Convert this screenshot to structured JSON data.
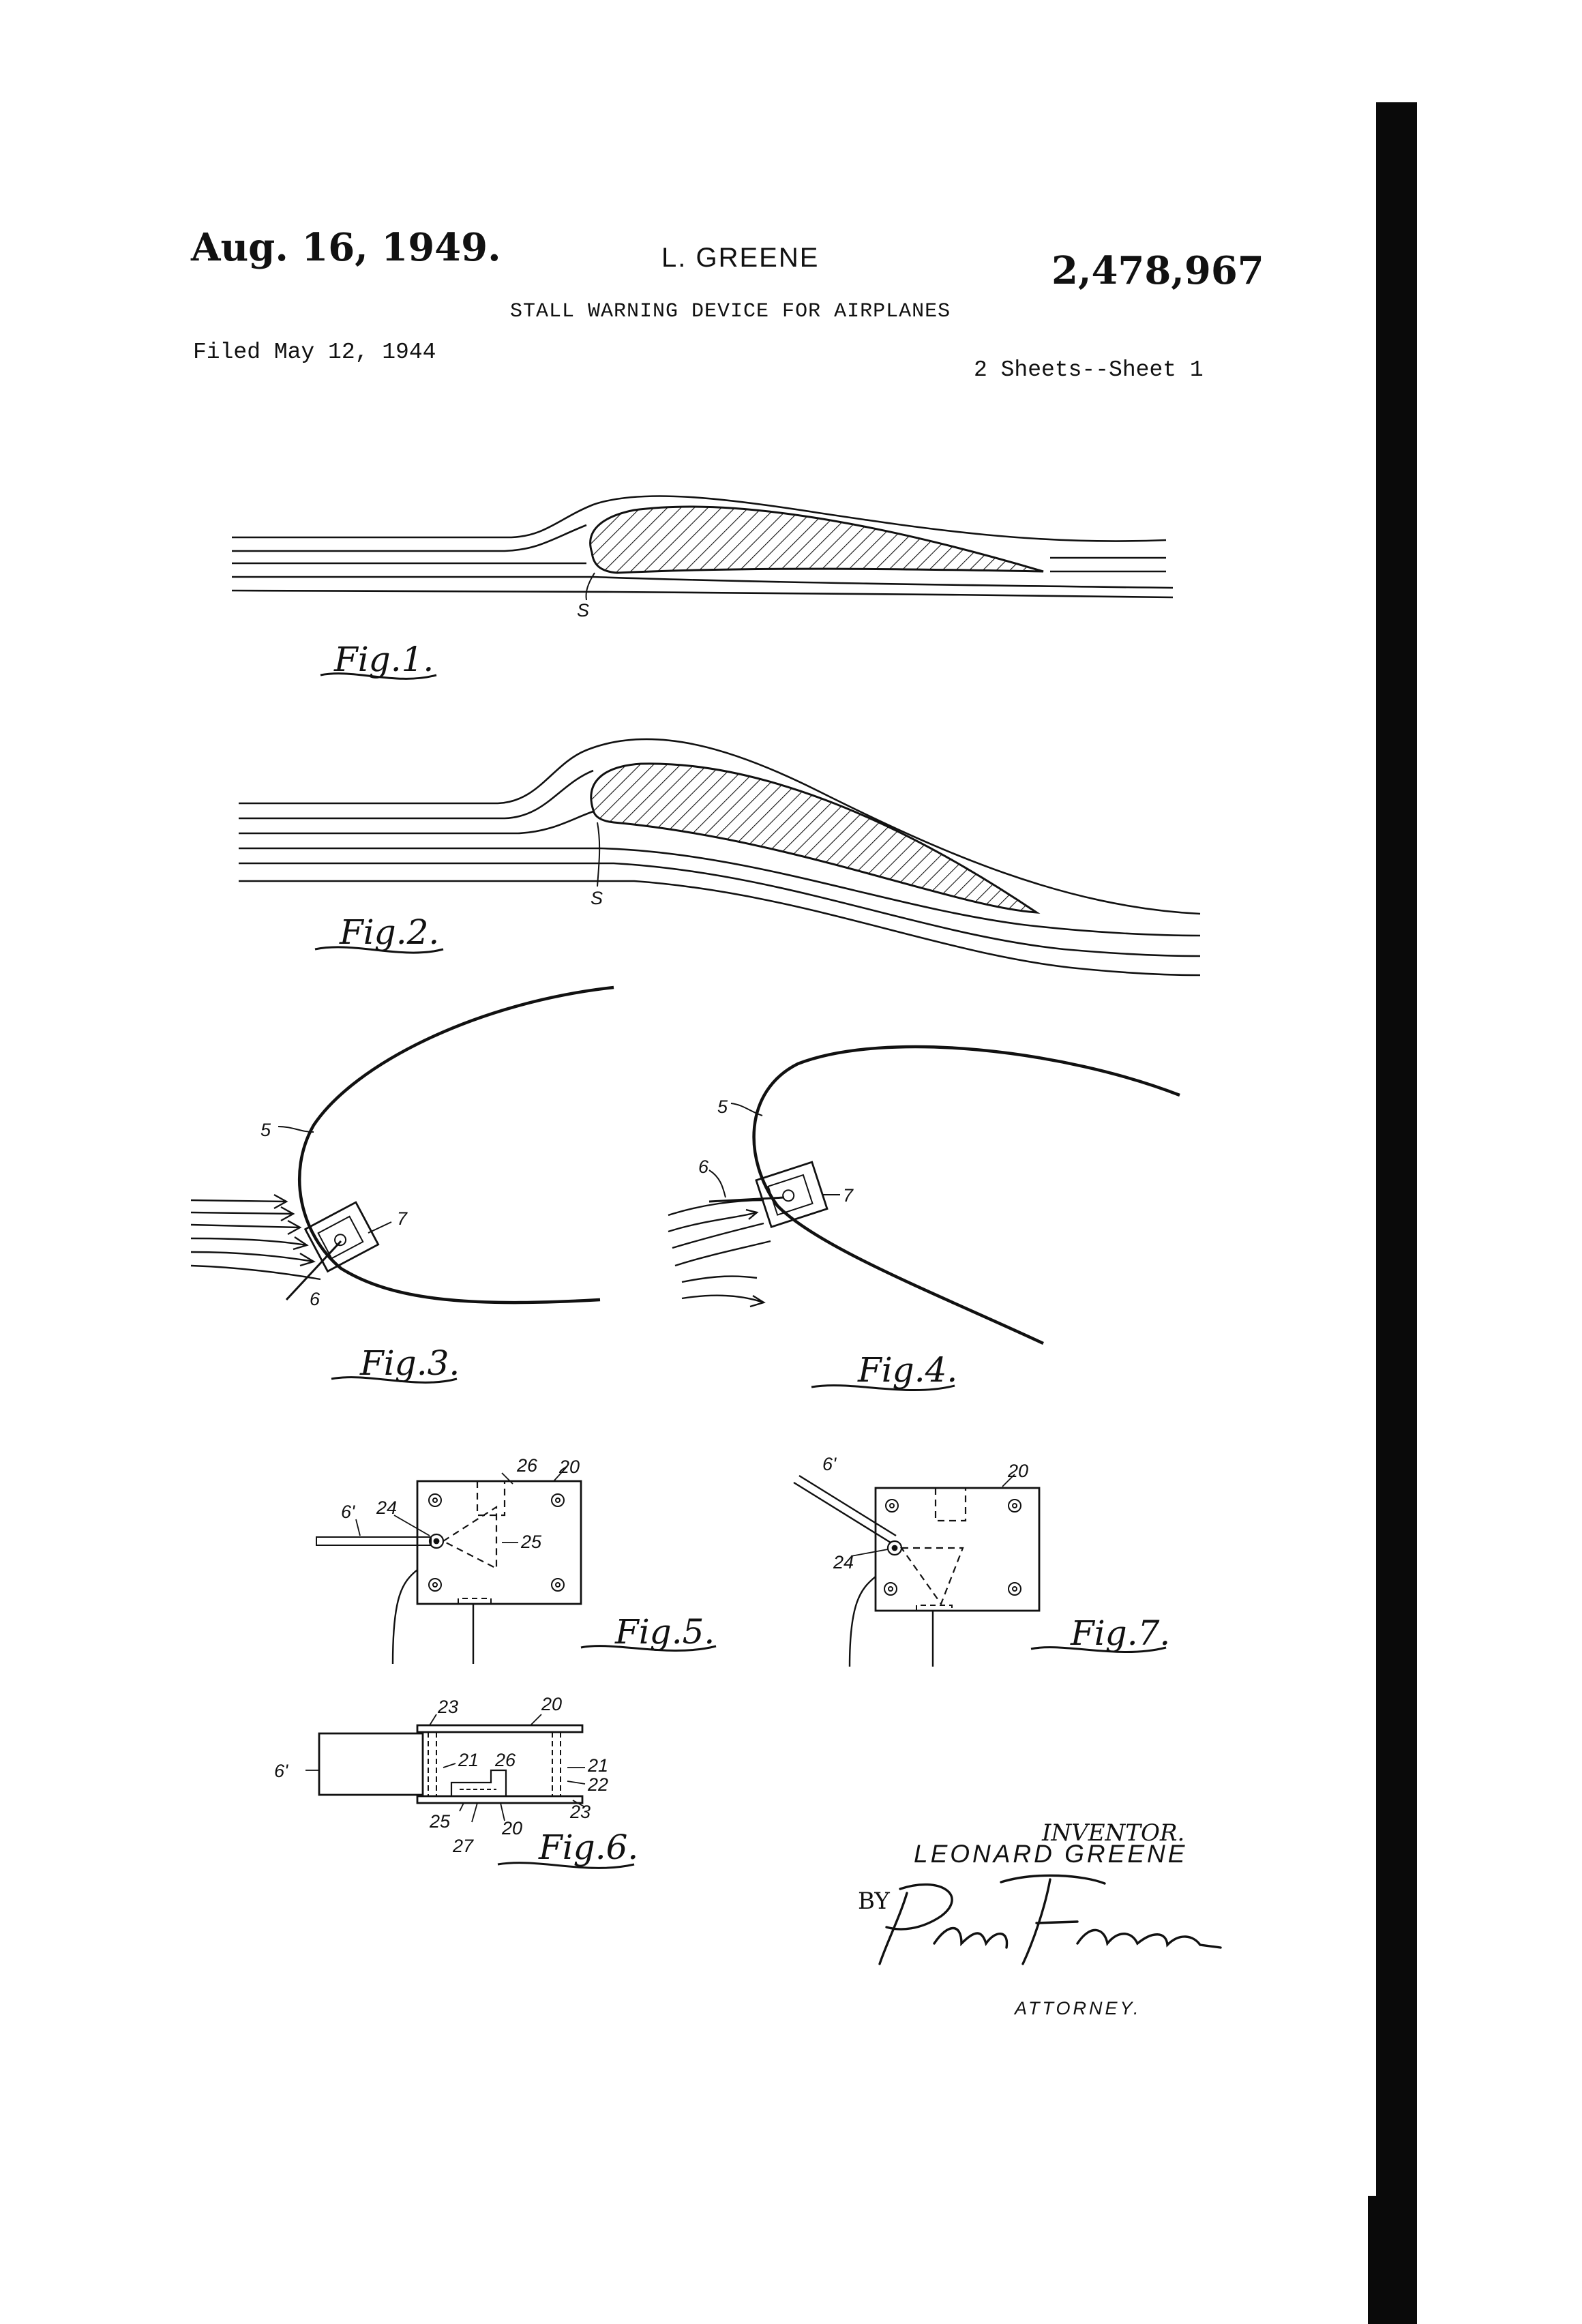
{
  "header": {
    "date": "Aug. 16, 1949.",
    "inventor": "L. GREENE",
    "patent_number": "2,478,967",
    "title": "STALL WARNING DEVICE FOR AIRPLANES",
    "filed": "Filed May 12, 1944",
    "sheets": "2 Sheets--Sheet 1"
  },
  "figures": {
    "fig1": {
      "label": "Fig.1.",
      "refs": {
        "s": "S"
      }
    },
    "fig2": {
      "label": "Fig.2.",
      "refs": {
        "s": "S"
      }
    },
    "fig3": {
      "label": "Fig.3.",
      "refs": {
        "wing": "5",
        "vane": "6",
        "housing": "7"
      }
    },
    "fig4": {
      "label": "Fig.4.",
      "refs": {
        "wing": "5",
        "vane": "6",
        "housing": "7"
      }
    },
    "fig5": {
      "label": "Fig.5.",
      "refs": {
        "vane": "6'",
        "pivot": "24",
        "switch": "26",
        "plate": "20",
        "cam": "25"
      }
    },
    "fig6": {
      "label": "Fig.6.",
      "refs": {
        "plate_top": "20",
        "spacer_top": "23",
        "vane": "6'",
        "post_left": "21",
        "post_right": "21",
        "switch": "26",
        "spacer_right": "22",
        "spacer_bottom": "23",
        "cam": "25",
        "plate_bottom": "20",
        "contact": "27"
      }
    },
    "fig7": {
      "label": "Fig.7.",
      "refs": {
        "vane": "6'",
        "plate": "20",
        "pivot": "24"
      }
    }
  },
  "signature_block": {
    "inventor_label": "INVENTOR.",
    "inventor_name": "LEONARD GREENE",
    "by": "BY",
    "signature": "Percy Freeman",
    "attorney": "ATTORNEY."
  }
}
